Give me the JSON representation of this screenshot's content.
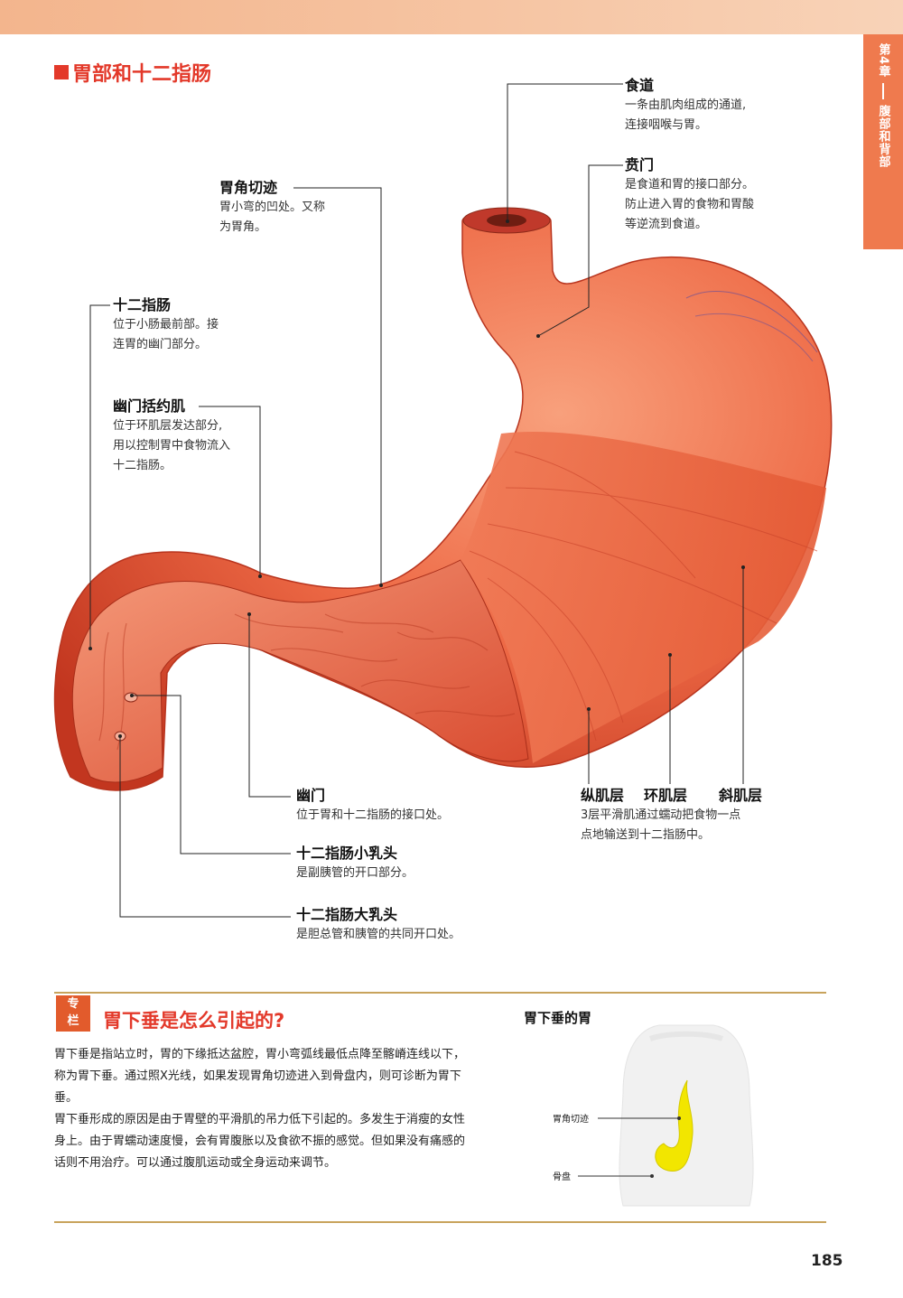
{
  "chapter": {
    "number": "第4章",
    "title": "腹部和背部"
  },
  "section_title": "胃部和十二指肠",
  "labels": {
    "esophagus": {
      "title": "食道",
      "desc": [
        "一条由肌肉组成的通道,",
        "连接咽喉与胃。"
      ]
    },
    "cardia": {
      "title": "贲门",
      "desc": [
        "是食道和胃的接口部分。",
        "防止进入胃的食物和胃酸",
        "等逆流到食道。"
      ]
    },
    "angular_notch": {
      "title": "胃角切迹",
      "desc": [
        "胃小弯的凹处。又称",
        "为胃角。"
      ]
    },
    "duodenum": {
      "title": "十二指肠",
      "desc": [
        "位于小肠最前部。接",
        "连胃的幽门部分。"
      ]
    },
    "pyloric_sphincter": {
      "title": "幽门括约肌",
      "desc": [
        "位于环肌层发达部分,",
        "用以控制胃中食物流入",
        "十二指肠。"
      ]
    },
    "pylorus": {
      "title": "幽门",
      "desc": [
        "位于胃和十二指肠的接口处。"
      ]
    },
    "minor_papilla": {
      "title": "十二指肠小乳头",
      "desc": [
        "是副胰管的开口部分。"
      ]
    },
    "major_papilla": {
      "title": "十二指肠大乳头",
      "desc": [
        "是胆总管和胰管的共同开口处。"
      ]
    },
    "muscle_layers": {
      "titles": [
        "纵肌层",
        "环肌层",
        "斜肌层"
      ],
      "desc": [
        "3层平滑肌通过蠕动把食物一点",
        "点地输送到十二指肠中。"
      ]
    }
  },
  "column": {
    "badge": [
      "专",
      "栏"
    ],
    "title": "胃下垂是怎么引起的?",
    "paragraphs": [
      "胃下垂是指站立时，胃的下缘抵达盆腔，胃小弯弧线最低点降至髂嵴连线以下，称为胃下垂。通过照X光线，如果发现胃角切迹进入到骨盘内，则可诊断为胃下垂。",
      "胃下垂形成的原因是由于胃壁的平滑肌的吊力低下引起的。多发生于消瘦的女性身上。由于胃蠕动速度慢，会有胃腹胀以及食欲不振的感觉。但如果没有痛感的话则不用治疗。可以通过腹肌运动或全身运动来调节。"
    ]
  },
  "side_figure": {
    "title": "胃下垂的胃",
    "labels": [
      "胃角切迹",
      "骨盘"
    ]
  },
  "page_number": "185",
  "colors": {
    "accent": "#e3392a",
    "stomach": "#ef6a45",
    "tab": "#ef7a4e",
    "gold_rule": "#c8a35c",
    "highlight": "#f2e600"
  }
}
